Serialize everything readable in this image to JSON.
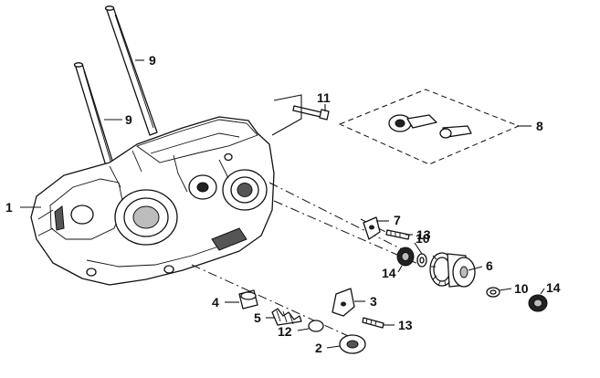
{
  "callouts": {
    "p1": "1",
    "p2": "2",
    "p3": "3",
    "p4": "4",
    "p5": "5",
    "p6": "6",
    "p7": "7",
    "p8": "8",
    "p9a": "9",
    "p9b": "9",
    "p10a": "10",
    "p10b": "10",
    "p11": "11",
    "p12": "12",
    "p13a": "13",
    "p13b": "13",
    "p14a": "14",
    "p14b": "14"
  },
  "colors": {
    "line": "#111111",
    "background": "#ffffff",
    "shade": "#555555"
  }
}
